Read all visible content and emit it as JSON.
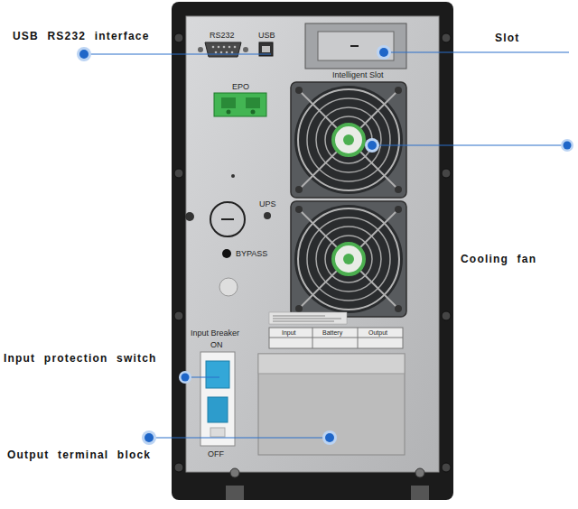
{
  "diagram": {
    "labels": [
      "USB RS232 interface",
      "RS232",
      "USB",
      "Slot",
      "Intelligent Slot",
      "EPO",
      "UPS",
      "BYPASS",
      "Cooling fan",
      "Input Breaker",
      "ON",
      "Input",
      "Battery",
      "Output",
      "Input protection switch",
      "OFF",
      "Output terminal block"
    ]
  }
}
